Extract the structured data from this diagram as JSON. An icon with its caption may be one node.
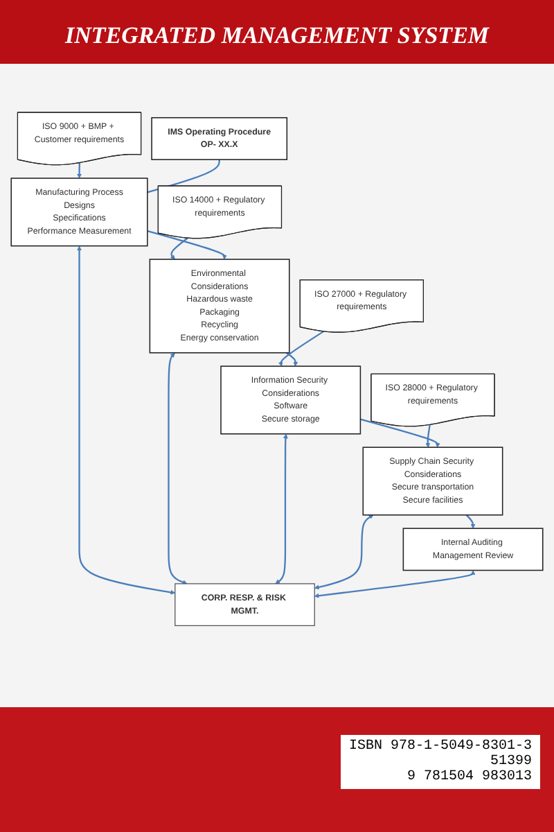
{
  "diagram": {
    "title": "INTEGRATED MANAGEMENT SYSTEM",
    "nodes": [
      {
        "text": [
          "IMS Operating Procedure",
          "OP- XX.X"
        ]
      },
      {
        "text": [
          "Manufacturing Process",
          "Designs",
          "Specifications",
          "Performance Measurement"
        ]
      },
      {
        "text": [
          "Environmental Considerations",
          "Hazardous waste",
          "Packaging",
          "Recycling",
          "Energy conservation"
        ]
      },
      {
        "text": [
          "Information Security Considerations",
          "Software",
          "Secure storage"
        ]
      },
      {
        "text": [
          "Supply Chain Security Considerations",
          "Secure transportation",
          "Secure facilities"
        ]
      },
      {
        "text": [
          "Internal Auditing Management Review"
        ]
      },
      {
        "text": [
          "CORP. RESP. & RISK MGMT."
        ]
      },
      {
        "text": [
          "ISO 9000 + BMP + Customer requirements"
        ]
      },
      {
        "text": [
          "ISO 14000 + Regulatory requirements"
        ]
      },
      {
        "text": [
          "ISO 27000 + Regulatory requirements"
        ]
      },
      {
        "text": [
          "ISO 28000 + Regulatory requirements"
        ]
      }
    ],
    "edges": [
      {
        "from": 7,
        "to": 1,
        "arrow": "to"
      },
      {
        "from": 8,
        "to": 2,
        "arrow": "to"
      },
      {
        "from": 9,
        "to": 3,
        "arrow": "to"
      },
      {
        "from": 10,
        "to": 4,
        "arrow": "to"
      },
      {
        "from": 0,
        "to": 1,
        "arrow": "none"
      },
      {
        "from": 1,
        "to": 2,
        "arrow": "to"
      },
      {
        "from": 2,
        "to": 3,
        "arrow": "to"
      },
      {
        "from": 3,
        "to": 4,
        "arrow": "to"
      },
      {
        "from": 4,
        "to": 5,
        "arrow": "to"
      },
      {
        "from": 1,
        "to": 6,
        "arrow": "both"
      },
      {
        "from": 2,
        "to": 6,
        "arrow": "both"
      },
      {
        "from": 3,
        "to": 6,
        "arrow": "both"
      },
      {
        "from": 4,
        "to": 6,
        "arrow": "both"
      },
      {
        "from": 5,
        "to": 6,
        "arrow": "both"
      }
    ],
    "labels": [
      "ISBN 978-1-5049-8301-3",
      "51399",
      "9 781504 983013"
    ]
  }
}
